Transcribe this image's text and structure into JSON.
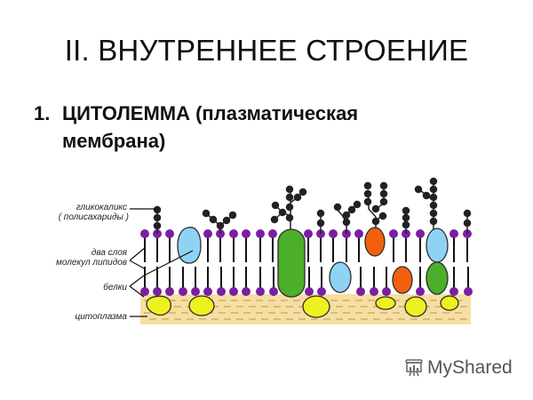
{
  "slide": {
    "title": "II. ВНУТРЕННЕЕ СТРОЕНИЕ",
    "list_item": {
      "number": "1.",
      "text_line1": "ЦИТОЛЕММА (плазматическая",
      "text_line2": "мембрана)"
    }
  },
  "diagram": {
    "labels": {
      "glycocalyx": "гликокаликс",
      "polysaccharides": "( полисахариды )",
      "lipid_line1": "два слоя",
      "lipid_line2": "молекул липидов",
      "proteins": "белки",
      "cytoplasm": "цитоплазма"
    },
    "colors": {
      "lipid_head": "#7b1fa2",
      "light_blue_protein": "#8fd3f4",
      "green_protein": "#4caf2a",
      "orange_protein": "#f2600f",
      "yellow_protein": "#eef020",
      "cytoplasm": "#f6dfa0",
      "polysaccharide": "#222222"
    }
  },
  "watermark": {
    "icon": "presentation-board-icon",
    "text": "MyShared"
  }
}
